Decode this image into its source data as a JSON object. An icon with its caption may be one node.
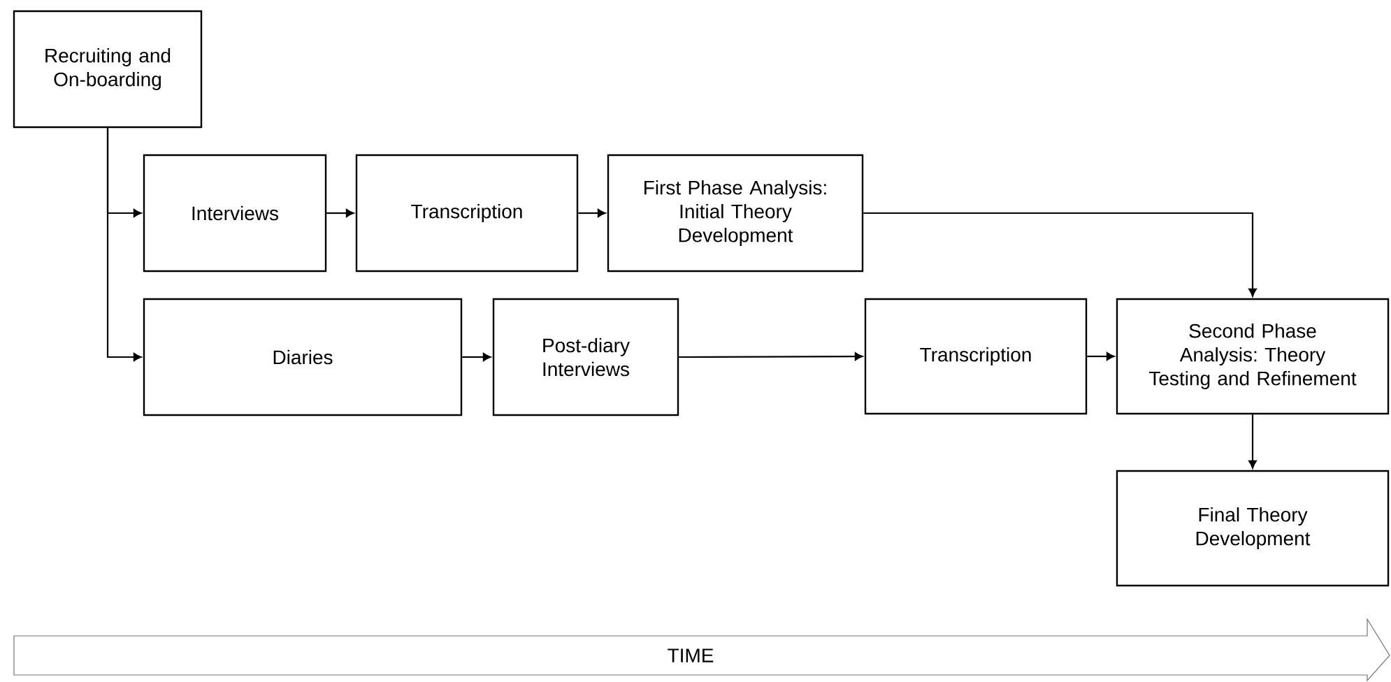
{
  "diagram": {
    "nodes": [
      {
        "text": [
          "Recruiting and On-boarding"
        ]
      },
      {
        "text": [
          "Interviews"
        ]
      },
      {
        "text": [
          "Transcription"
        ]
      },
      {
        "text": [
          "First Phase Analysis: Initial Theory Development"
        ]
      },
      {
        "text": [
          "Diaries"
        ]
      },
      {
        "text": [
          "Post-diary Interviews"
        ]
      },
      {
        "text": [
          "Transcription"
        ]
      },
      {
        "text": [
          "Second Phase Analysis: Theory Testing and Refinement"
        ]
      },
      {
        "text": [
          "Final Theory Development"
        ]
      },
      {
        "text": [
          "TIME"
        ]
      }
    ],
    "edges": [
      {
        "from": 0,
        "to": 1,
        "arrow": "to"
      },
      {
        "from": 0,
        "to": 4,
        "arrow": "to"
      },
      {
        "from": 1,
        "to": 2,
        "arrow": "to"
      },
      {
        "from": 2,
        "to": 3,
        "arrow": "to"
      },
      {
        "from": 3,
        "to": 7,
        "arrow": "to"
      },
      {
        "from": 4,
        "to": 5,
        "arrow": "to"
      },
      {
        "from": 5,
        "to": 6,
        "arrow": "to"
      },
      {
        "from": 6,
        "to": 7,
        "arrow": "to"
      },
      {
        "from": 7,
        "to": 8,
        "arrow": "to"
      }
    ]
  }
}
